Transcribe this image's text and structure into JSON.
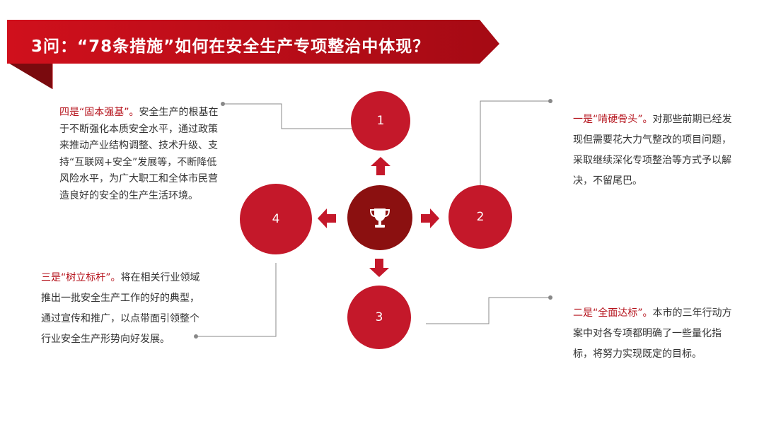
{
  "banner": {
    "title": "3问：“78条措施”如何在安全生产专项整治中体现？"
  },
  "colors": {
    "primary_red": "#c4182a",
    "dark_red": "#8b1010",
    "banner_red": "#b00a12",
    "heading_red": "#b5121b",
    "line_gray": "#888888"
  },
  "center": {
    "icon": "trophy-icon"
  },
  "nodes": [
    {
      "label": "1"
    },
    {
      "label": "2"
    },
    {
      "label": "3"
    },
    {
      "label": "4"
    }
  ],
  "blocks": {
    "one": {
      "heading": "一是“啃硬骨头”。",
      "body": "对那些前期已经发现但需要花大力气整改的项目问题，采取继续深化专项整治等方式予以解决，不留尾巴。"
    },
    "two": {
      "heading": "二是“全面达标”。",
      "body": "本市的三年行动方案中对各专项都明确了一些量化指标，将努力实现既定的目标。"
    },
    "three": {
      "heading": "三是“树立标杆”。",
      "body": "将在相关行业领域推出一批安全生产工作的好的典型，通过宣传和推广，以点带面引领整个行业安全生产形势向好发展。"
    },
    "four": {
      "heading": "四是“固本强基”。",
      "body": "安全生产的根基在于不断强化本质安全水平，通过政策来推动产业结构调整、技术升级、支持“互联网+安全”发展等，不断降低风险水平，为广大职工和全体市民营造良好的安全的生产生活环境。"
    }
  }
}
